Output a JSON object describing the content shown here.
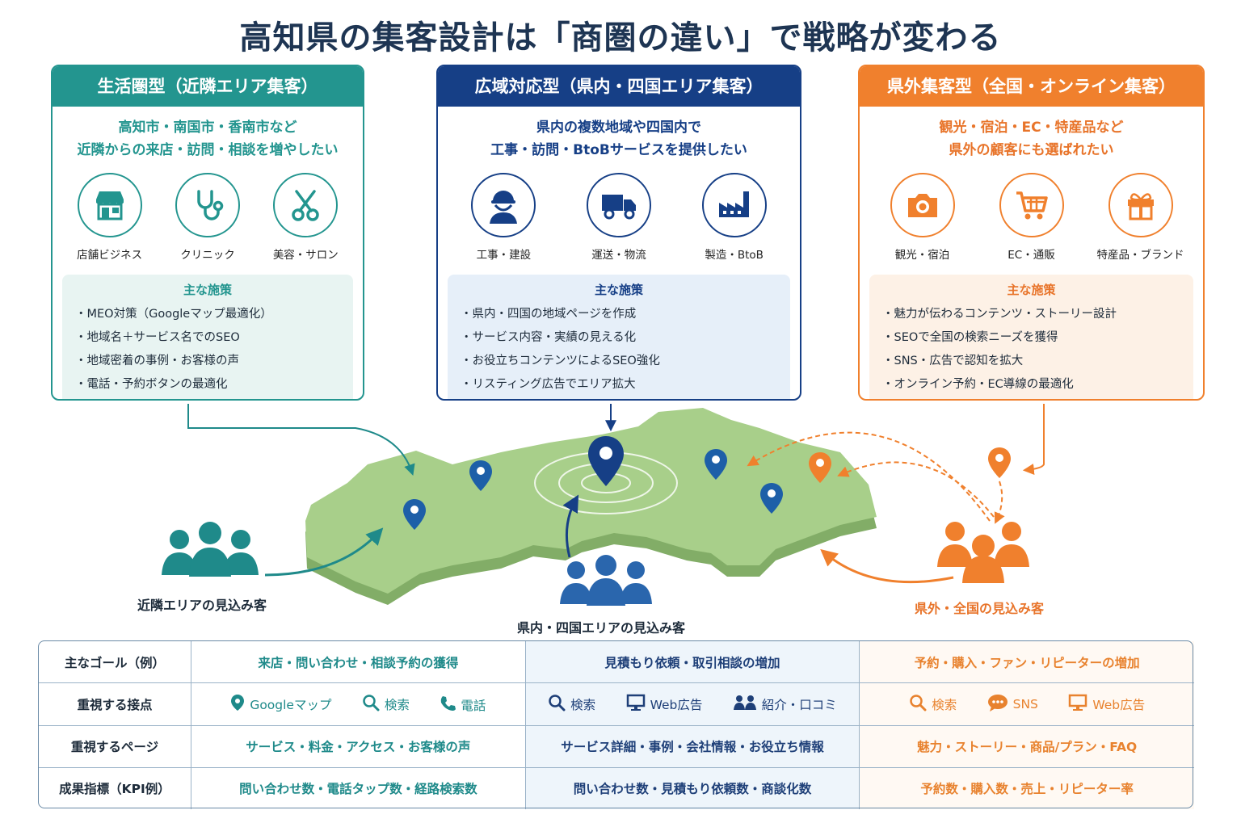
{
  "title": "高知県の集客設計は「商圏の違い」で戦略が変わる",
  "colors": {
    "teal": "#23958f",
    "navy": "#163f86",
    "orange": "#f0802d",
    "map": "#a8cf8a"
  },
  "cards": [
    {
      "title": "生活圏型（近隣エリア集客）",
      "subtitle_lines": [
        "高知市・南国市・香南市など",
        "近隣からの来店・訪問・相談を増やしたい"
      ],
      "icons": [
        {
          "label": "店舗ビジネス",
          "icon": "store-icon"
        },
        {
          "label": "クリニック",
          "icon": "stethoscope-icon"
        },
        {
          "label": "美容・サロン",
          "icon": "scissors-icon"
        }
      ],
      "measures_title": "主な施策",
      "measures": [
        "・MEO対策（Googleマップ最適化）",
        "・地域名＋サービス名でのSEO",
        "・地域密着の事例・お客様の声",
        "・電話・予約ボタンの最適化"
      ]
    },
    {
      "title": "広域対応型（県内・四国エリア集客）",
      "subtitle_lines": [
        "県内の複数地域や四国内で",
        "工事・訪問・BtoBサービスを提供したい"
      ],
      "icons": [
        {
          "label": "工事・建設",
          "icon": "worker-icon"
        },
        {
          "label": "運送・物流",
          "icon": "truck-icon"
        },
        {
          "label": "製造・BtoB",
          "icon": "factory-icon"
        }
      ],
      "measures_title": "主な施策",
      "measures": [
        "・県内・四国の地域ページを作成",
        "・サービス内容・実績の見える化",
        "・お役立ちコンテンツによるSEO強化",
        "・リスティング広告でエリア拡大"
      ]
    },
    {
      "title": "県外集客型（全国・オンライン集客）",
      "subtitle_lines": [
        "観光・宿泊・EC・特産品など",
        "県外の顧客にも選ばれたい"
      ],
      "icons": [
        {
          "label": "観光・宿泊",
          "icon": "camera-icon"
        },
        {
          "label": "EC・通販",
          "icon": "cart-icon"
        },
        {
          "label": "特産品・ブランド",
          "icon": "gift-icon"
        }
      ],
      "measures_title": "主な施策",
      "measures": [
        "・魅力が伝わるコンテンツ・ストーリー設計",
        "・SEOで全国の検索ニーズを獲得",
        "・SNS・広告で認知を拡大",
        "・オンライン予約・EC導線の最適化"
      ]
    }
  ],
  "audiences": {
    "local": "近隣エリアの見込み客",
    "regional": "県内・四国エリアの見込み客",
    "national": "県外・全国の見込み客"
  },
  "table": {
    "rows": [
      {
        "header": "主なゴール（例）",
        "cells": [
          "来店・問い合わせ・相談予約の獲得",
          "見積もり依頼・取引相談の増加",
          "予約・購入・ファン・リピーターの増加"
        ]
      },
      {
        "header": "重視する接点",
        "touchpoints": [
          [
            {
              "icon": "map-pin-icon",
              "label": "Googleマップ"
            },
            {
              "icon": "search-icon",
              "label": "検索"
            },
            {
              "icon": "phone-icon",
              "label": "電話"
            }
          ],
          [
            {
              "icon": "search-icon",
              "label": "検索"
            },
            {
              "icon": "monitor-icon",
              "label": "Web広告"
            },
            {
              "icon": "people-icon",
              "label": "紹介・口コミ"
            }
          ],
          [
            {
              "icon": "search-icon",
              "label": "検索"
            },
            {
              "icon": "chat-icon",
              "label": "SNS"
            },
            {
              "icon": "monitor-icon",
              "label": "Web広告"
            }
          ]
        ]
      },
      {
        "header": "重視するページ",
        "cells": [
          "サービス・料金・アクセス・お客様の声",
          "サービス詳細・事例・会社情報・お役立ち情報",
          "魅力・ストーリー・商品/プラン・FAQ"
        ]
      },
      {
        "header": "成果指標（KPI例）",
        "cells": [
          "問い合わせ数・電話タップ数・経路検索数",
          "問い合わせ数・見積もり依頼数・商談化数",
          "予約数・購入数・売上・リピーター率"
        ]
      }
    ]
  }
}
